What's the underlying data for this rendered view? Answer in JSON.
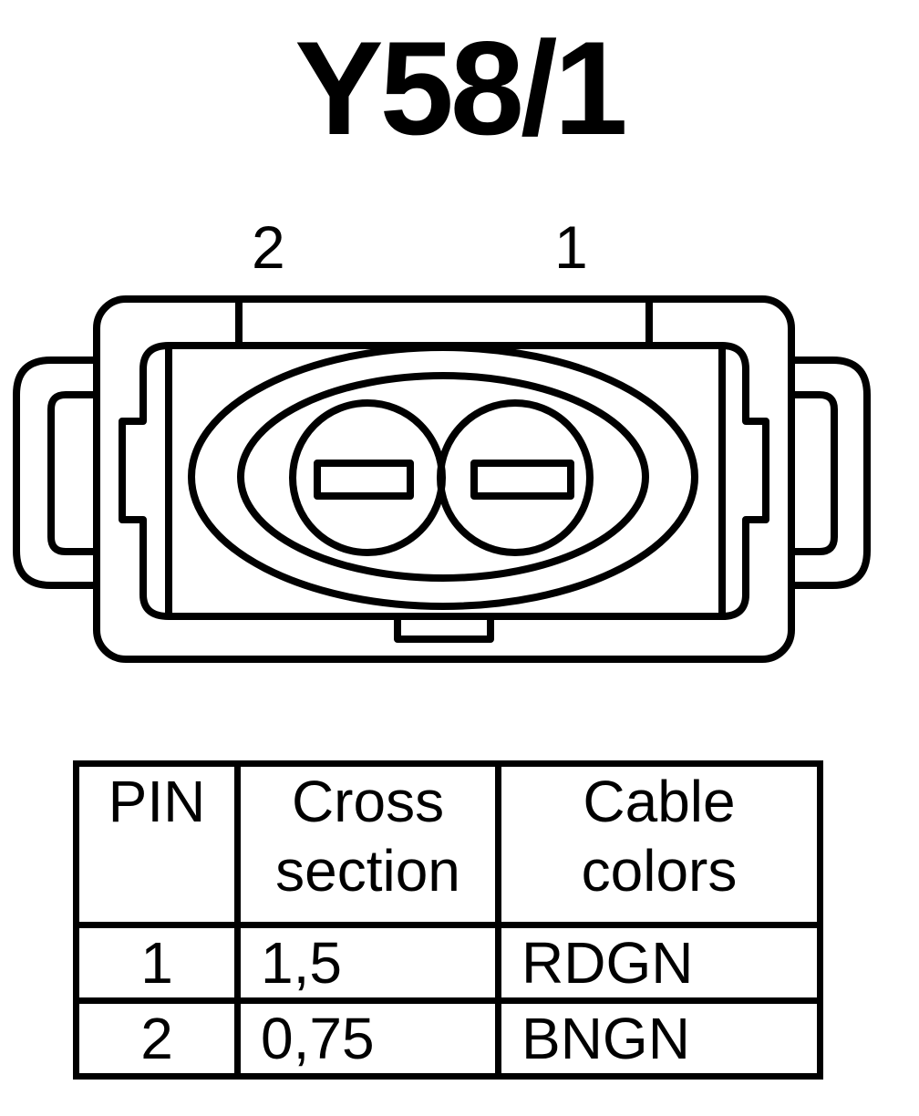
{
  "title": "Y58/1",
  "pins": {
    "left": "2",
    "right": "1"
  },
  "table": {
    "headers": {
      "pin": "PIN",
      "cross_line1": "Cross",
      "cross_line2": "section",
      "color_line1": "Cable",
      "color_line2": "colors"
    },
    "rows": [
      {
        "pin": "1",
        "cross_section": "1,5",
        "color": "RDGN"
      },
      {
        "pin": "2",
        "cross_section": "0,75",
        "color": "BNGN"
      }
    ]
  }
}
